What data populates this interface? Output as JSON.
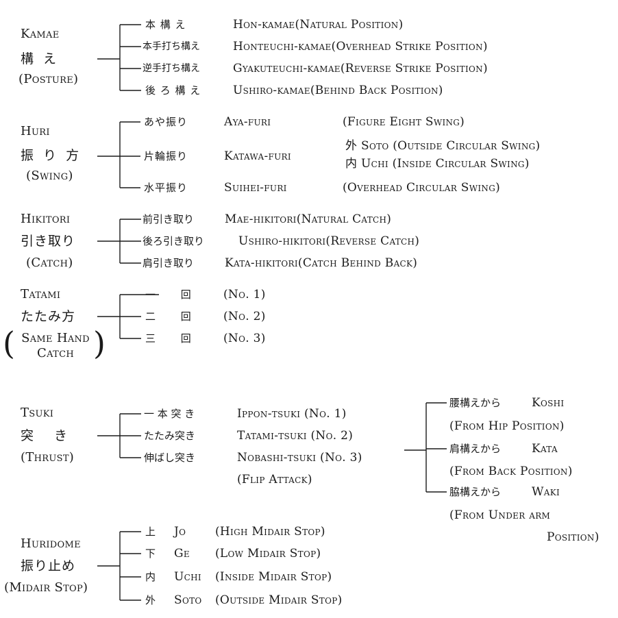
{
  "kamae": {
    "title": "Kamae",
    "title_ja": "構 え",
    "sub": "(Posture)",
    "items": [
      {
        "ja": "本 構 え",
        "en": "Hon-kamae(Natural Position)"
      },
      {
        "ja": "本手打ち構え",
        "en": "Honteuchi-kamae(Overhead Strike Position)"
      },
      {
        "ja": "逆手打ち構え",
        "en": "Gyakuteuchi-kamae(Reverse Strike Position)"
      },
      {
        "ja": "後 ろ 構 え",
        "en": "Ushiro-kamae(Behind Back Position)"
      }
    ]
  },
  "huri": {
    "title": "Huri",
    "title_ja": "振 り 方",
    "sub": "(Swing)",
    "items": [
      {
        "ja": "あや振り",
        "en": "Aya-furi",
        "desc": "(Figure Eight Swing)"
      },
      {
        "ja": "片輪振り",
        "en": "Katawa-furi",
        "desc1": "外 Soto (Outside Circular Swing)",
        "desc2": "内 Uchi (Inside Circular Swing)"
      },
      {
        "ja": "水平振り",
        "en": "Suihei-furi",
        "desc": "(Overhead Circular Swing)"
      }
    ]
  },
  "hikitori": {
    "title": "Hikitori",
    "title_ja": "引き取り",
    "sub": "(Catch)",
    "items": [
      {
        "ja": "前引き取り",
        "en": "Mae-hikitori(Natural Catch)"
      },
      {
        "ja": "後ろ引き取り",
        "en": "Ushiro-hikitori(Reverse Catch)"
      },
      {
        "ja": "肩引き取り",
        "en": "Kata-hikitori(Catch Behind Back)"
      }
    ]
  },
  "tatami": {
    "title": "Tatami",
    "title_ja": "たたみ方",
    "sub1": "Same Hand",
    "sub2": "Catch",
    "items": [
      {
        "ja": "一 回",
        "en": "(No. 1)"
      },
      {
        "ja": "二 回",
        "en": "(No. 2)"
      },
      {
        "ja": "三 回",
        "en": "(No. 3)"
      }
    ]
  },
  "tsuki": {
    "title": "Tsuki",
    "title_ja": "突 き",
    "sub": "(Thrust)",
    "items": [
      {
        "ja": "一 本 突 き",
        "en": "Ippon-tsuki (No. 1)"
      },
      {
        "ja": "たたみ突き",
        "en": "Tatami-tsuki (No. 2)"
      },
      {
        "ja": "伸ばし突き",
        "en": "Nobashi-tsuki (No. 3)",
        "desc": "(Flip Attack)"
      }
    ],
    "sub_items": [
      {
        "ja": "腰構えから",
        "en": "Koshi",
        "desc": "(From Hip Position)"
      },
      {
        "ja": "肩構えから",
        "en": "Kata",
        "desc": "(From Back Position)"
      },
      {
        "ja": "脇構えから",
        "en": "Waki",
        "desc1": "(From Under arm",
        "desc2": "Position)"
      }
    ]
  },
  "huridome": {
    "title": "Huridome",
    "title_ja": "振り止め",
    "sub": "(Midair Stop)",
    "items": [
      {
        "ja": "上",
        "en": "Jo",
        "desc": "(High Midair Stop)"
      },
      {
        "ja": "下",
        "en": "Ge",
        "desc": "(Low Midair Stop)"
      },
      {
        "ja": "内",
        "en": "Uchi",
        "desc": "(Inside Midair Stop)"
      },
      {
        "ja": "外",
        "en": "Soto",
        "desc": "(Outside Midair Stop)"
      }
    ]
  }
}
